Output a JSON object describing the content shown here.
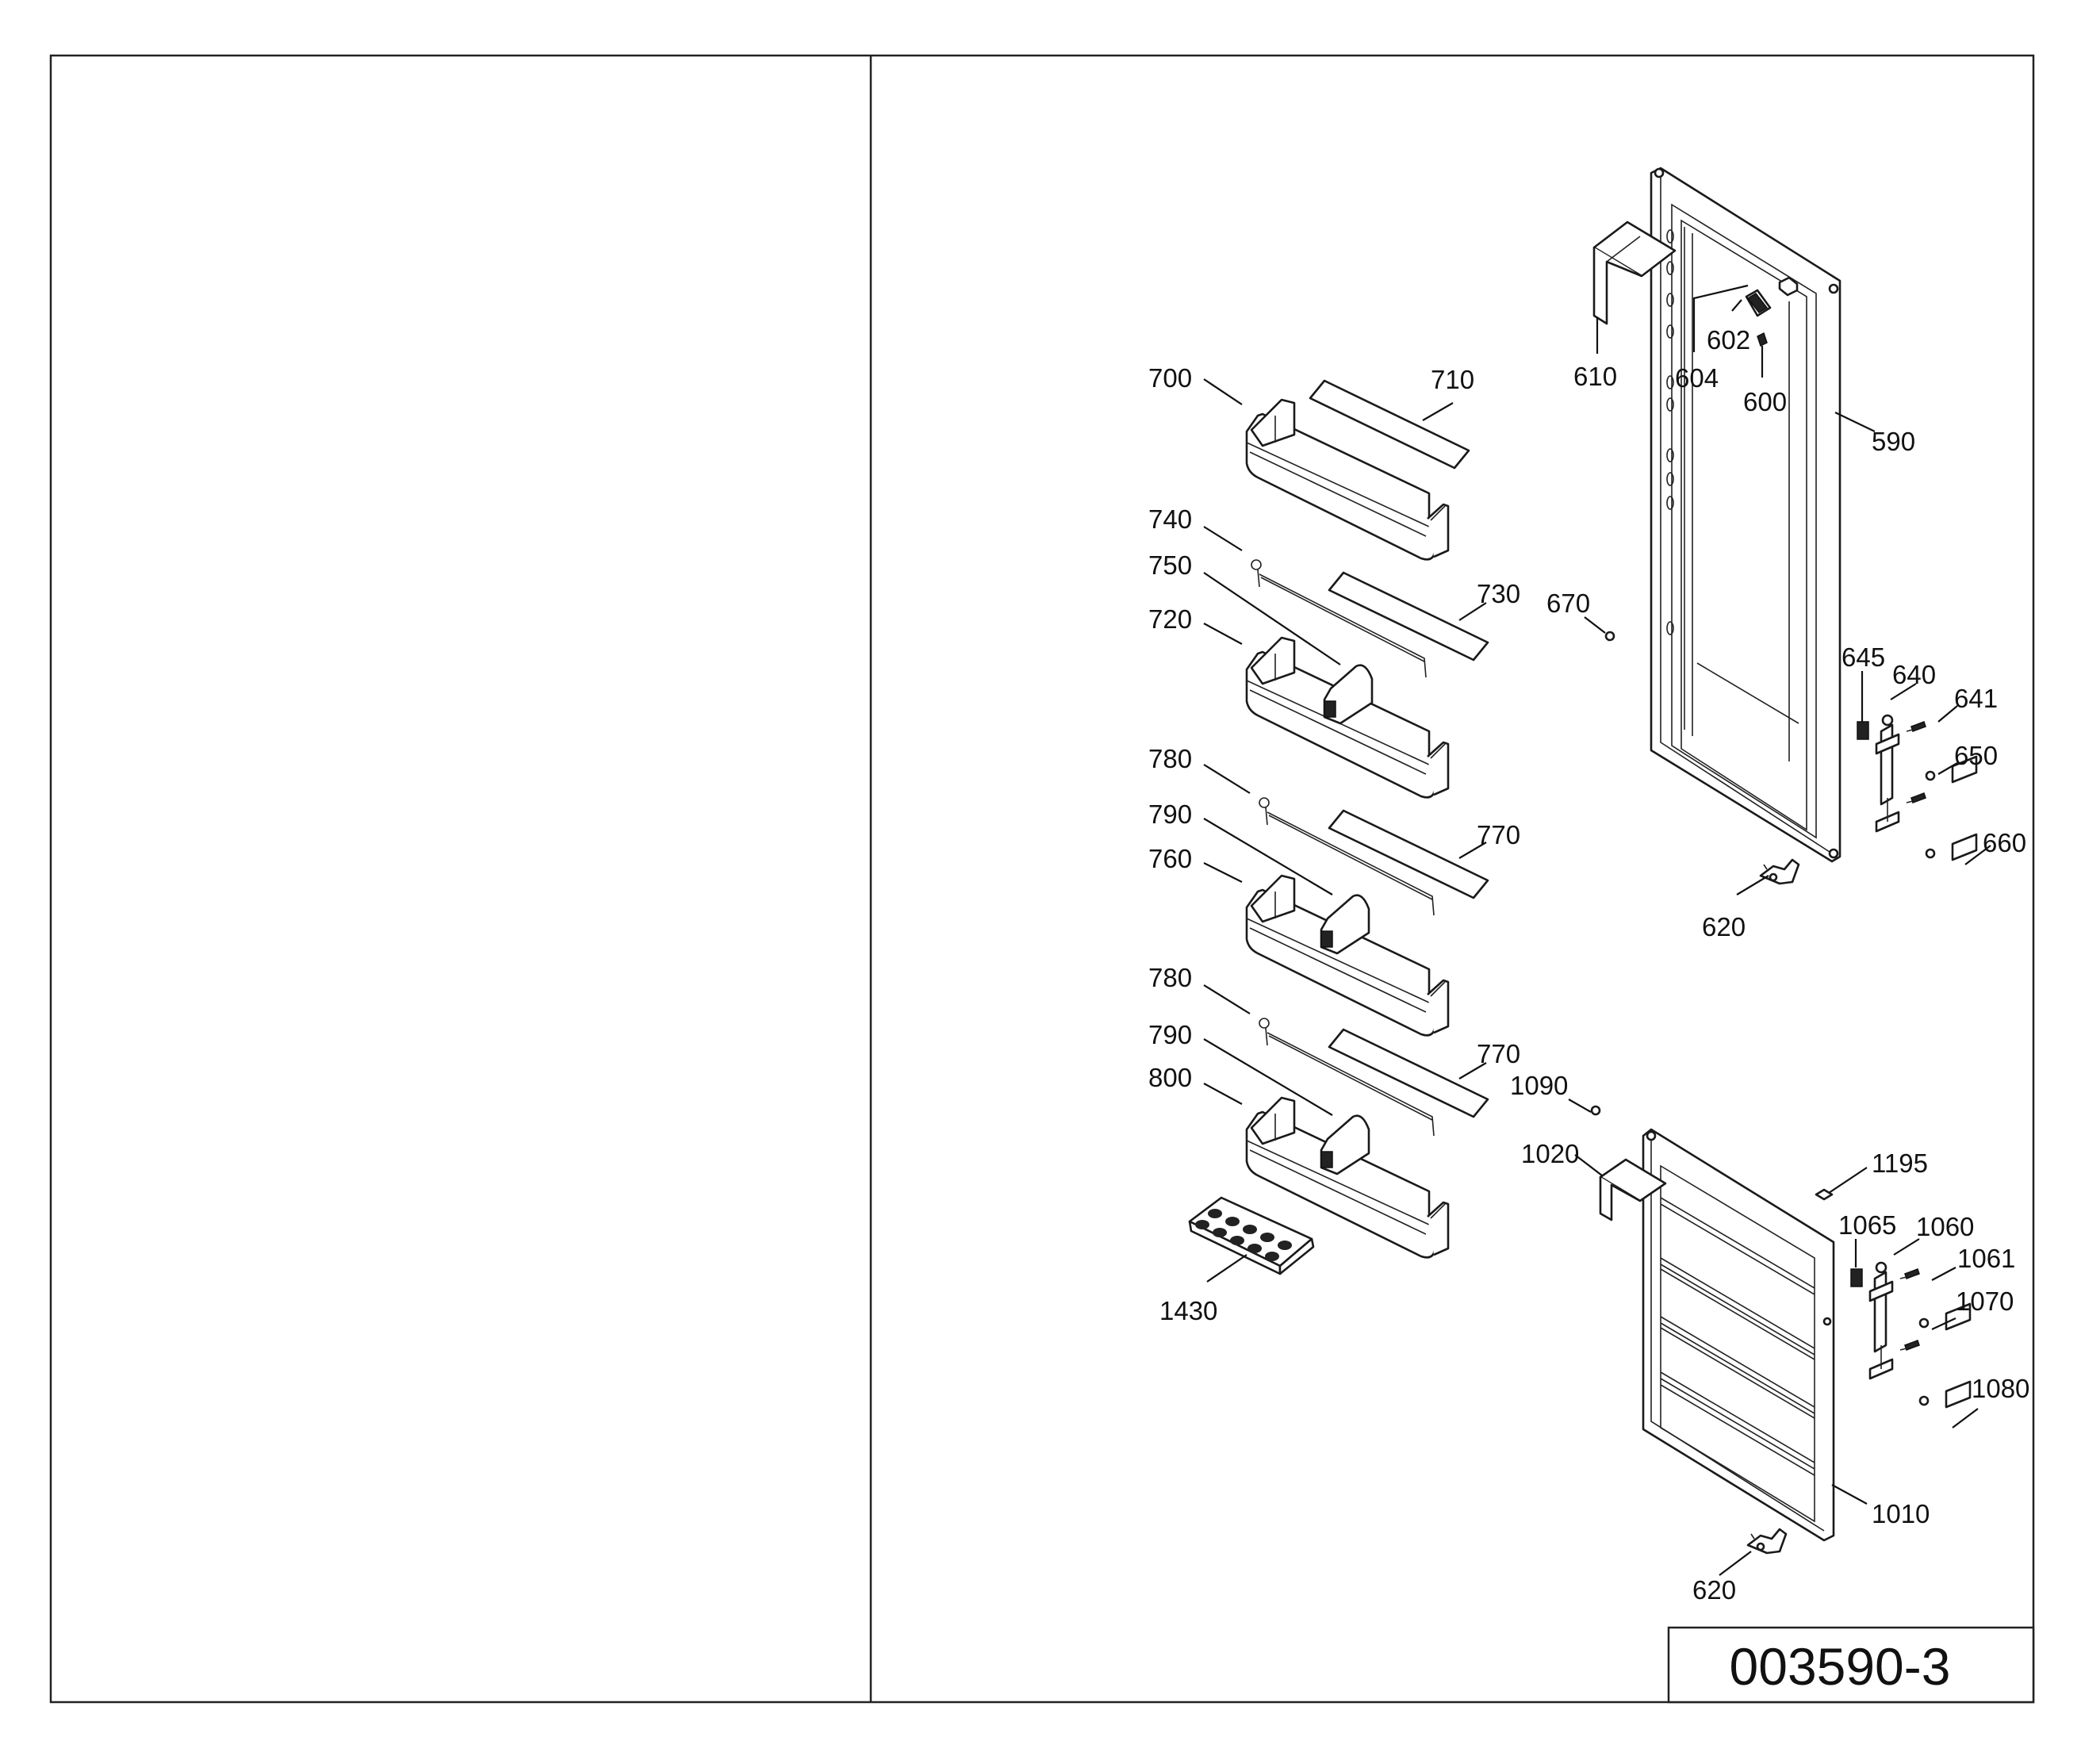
{
  "drawing": {
    "code": "003590-3"
  },
  "labels": [
    {
      "id": "700",
      "text": "700"
    },
    {
      "id": "710",
      "text": "710"
    },
    {
      "id": "740",
      "text": "740"
    },
    {
      "id": "750",
      "text": "750"
    },
    {
      "id": "730",
      "text": "730"
    },
    {
      "id": "720",
      "text": "720"
    },
    {
      "id": "780a",
      "text": "780"
    },
    {
      "id": "790a",
      "text": "790"
    },
    {
      "id": "770a",
      "text": "770"
    },
    {
      "id": "760",
      "text": "760"
    },
    {
      "id": "780b",
      "text": "780"
    },
    {
      "id": "790b",
      "text": "790"
    },
    {
      "id": "770b",
      "text": "770"
    },
    {
      "id": "800",
      "text": "800"
    },
    {
      "id": "1430",
      "text": "1430"
    },
    {
      "id": "610",
      "text": "610"
    },
    {
      "id": "604",
      "text": "604"
    },
    {
      "id": "602",
      "text": "602"
    },
    {
      "id": "600",
      "text": "600"
    },
    {
      "id": "590",
      "text": "590"
    },
    {
      "id": "670",
      "text": "670"
    },
    {
      "id": "645",
      "text": "645"
    },
    {
      "id": "640",
      "text": "640"
    },
    {
      "id": "641",
      "text": "641"
    },
    {
      "id": "650",
      "text": "650"
    },
    {
      "id": "660",
      "text": "660"
    },
    {
      "id": "620a",
      "text": "620"
    },
    {
      "id": "1090",
      "text": "1090"
    },
    {
      "id": "1020",
      "text": "1020"
    },
    {
      "id": "1195",
      "text": "1195"
    },
    {
      "id": "1065",
      "text": "1065"
    },
    {
      "id": "1060",
      "text": "1060"
    },
    {
      "id": "1061",
      "text": "1061"
    },
    {
      "id": "1070",
      "text": "1070"
    },
    {
      "id": "1080",
      "text": "1080"
    },
    {
      "id": "1010",
      "text": "1010"
    },
    {
      "id": "620b",
      "text": "620"
    }
  ]
}
